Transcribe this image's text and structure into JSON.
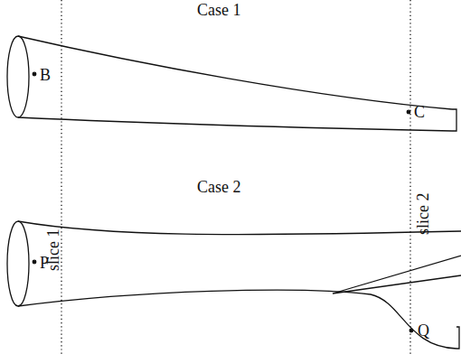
{
  "diagram": {
    "labels": [
      "Case 1",
      "B",
      "C",
      "slice 1",
      "slice 2",
      "Case 2",
      "P",
      "Q"
    ]
  }
}
